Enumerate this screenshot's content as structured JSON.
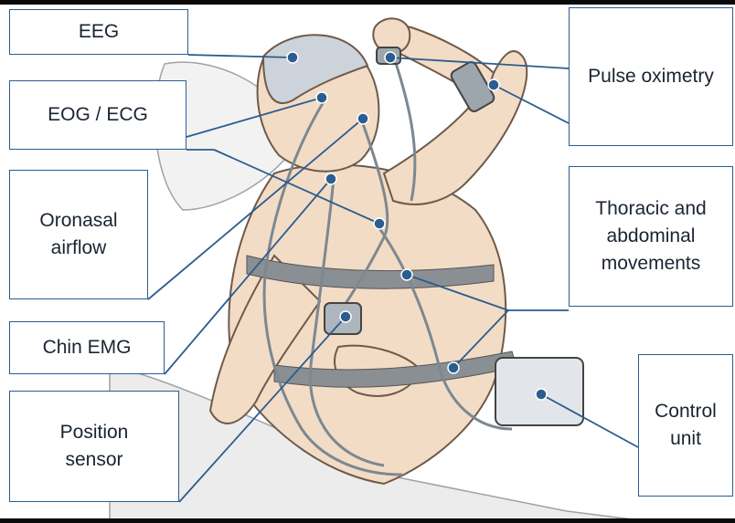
{
  "labels": {
    "eeg": "EEG",
    "eog_ecg": "EOG / ECG",
    "oronasal": "Oronasal\nairflow",
    "chin_emg": "Chin EMG",
    "position": "Position\nsensor",
    "pulse": "Pulse oximetry",
    "thoracic": "Thoracic and\nabdominal\nmovements",
    "control": "Control\nunit"
  },
  "colors": {
    "box_border": "#2a5d90",
    "leader_line": "#2a5d90",
    "text": "#1a2432",
    "skin": "#f3dcc6",
    "cap": "#cdd3da",
    "belt": "#8a8f93",
    "bed": "#ececec"
  },
  "icons": {
    "sensor_marker": "round-sensor-dot"
  }
}
